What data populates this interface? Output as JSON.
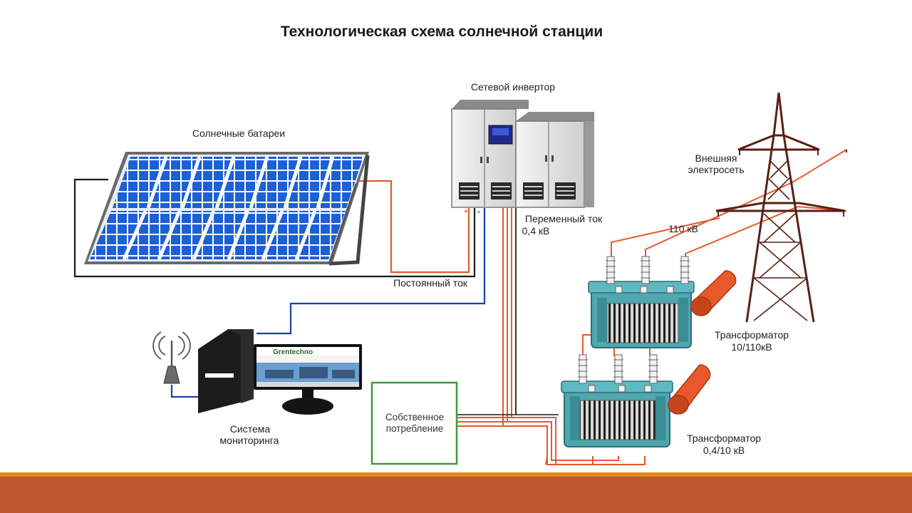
{
  "title": "Технологическая схема солнечной станции",
  "labels": {
    "solar_panels": "Солнечные батареи",
    "grid_inverter": "Сетевой инвертор",
    "external_grid_line1": "Внешняя",
    "external_grid_line2": "электросеть",
    "ac_line1": "Переменный ток",
    "ac_line2": "0,4 кВ",
    "voltage_110": "110 кВ",
    "dc": "Постоянный ток",
    "transformer1_line1": "Трансформатор",
    "transformer1_line2": "10/110кВ",
    "transformer2_line1": "Трансформатор",
    "transformer2_line2": "0,4/10 кВ",
    "monitoring_line1": "Система",
    "monitoring_line2": "мониторинга",
    "own_consumption_line1": "Собственное",
    "own_consumption_line2": "потребление",
    "website_name": "Grentechno"
  },
  "colors": {
    "footer_bar": "#c0562d",
    "footer_line": "#e08a1e",
    "dc_positive_wire": "#e8582a",
    "signal_wire": "#1a3fb0",
    "ac_wire": "#e8582a",
    "panel_cell": "#1f5fd6",
    "transformer_body": "#4fa7b0",
    "consumption_box": "#3a9a3a",
    "tower": "#5a1f14"
  },
  "icons": {
    "panel": "solar-panel-icon",
    "inverter": "inverter-cabinet-icon",
    "tower": "transmission-tower-icon",
    "transformer": "transformer-icon",
    "computer": "computer-icon",
    "antenna": "antenna-icon"
  }
}
